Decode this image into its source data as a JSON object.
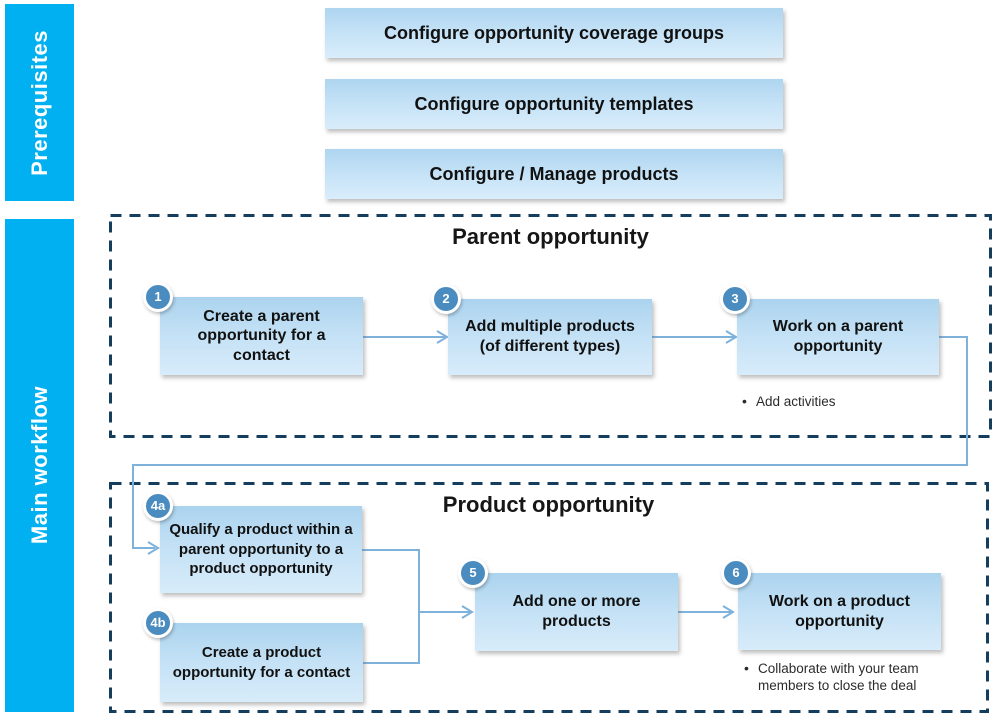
{
  "diagram": {
    "type": "flowchart",
    "title_implicit": "Opportunity management workflow"
  },
  "colors": {
    "sidebar_accent": "#00B0F0",
    "box_gradient_top": "#ABD3EE",
    "box_gradient_bottom": "#D9EDFB",
    "badge_fill": "#4A8CBF",
    "connector": "#7FB2DB",
    "dashed_border": "#143D5E",
    "text": "#111111"
  },
  "sidebar": {
    "prerequisites_label": "Prerequisites",
    "main_workflow_label": "Main workflow"
  },
  "prerequisites": {
    "items": [
      {
        "label": "Configure opportunity coverage groups"
      },
      {
        "label": "Configure opportunity templates"
      },
      {
        "label": "Configure / Manage products"
      }
    ]
  },
  "sections": {
    "parent": {
      "title": "Parent opportunity",
      "steps": [
        {
          "badge": "1",
          "label": "Create a parent opportunity for a contact"
        },
        {
          "badge": "2",
          "label": "Add multiple products (of different types)"
        },
        {
          "badge": "3",
          "label": "Work on a parent opportunity",
          "note": "Add activities"
        }
      ]
    },
    "product": {
      "title": "Product opportunity",
      "steps": [
        {
          "badge": "4a",
          "label": "Qualify a product within a parent opportunity to a product opportunity"
        },
        {
          "badge": "4b",
          "label": "Create a product opportunity for a contact"
        },
        {
          "badge": "5",
          "label": "Add one or more products"
        },
        {
          "badge": "6",
          "label": "Work on a product opportunity",
          "note": "Collaborate with your team members to close the deal"
        }
      ]
    }
  }
}
